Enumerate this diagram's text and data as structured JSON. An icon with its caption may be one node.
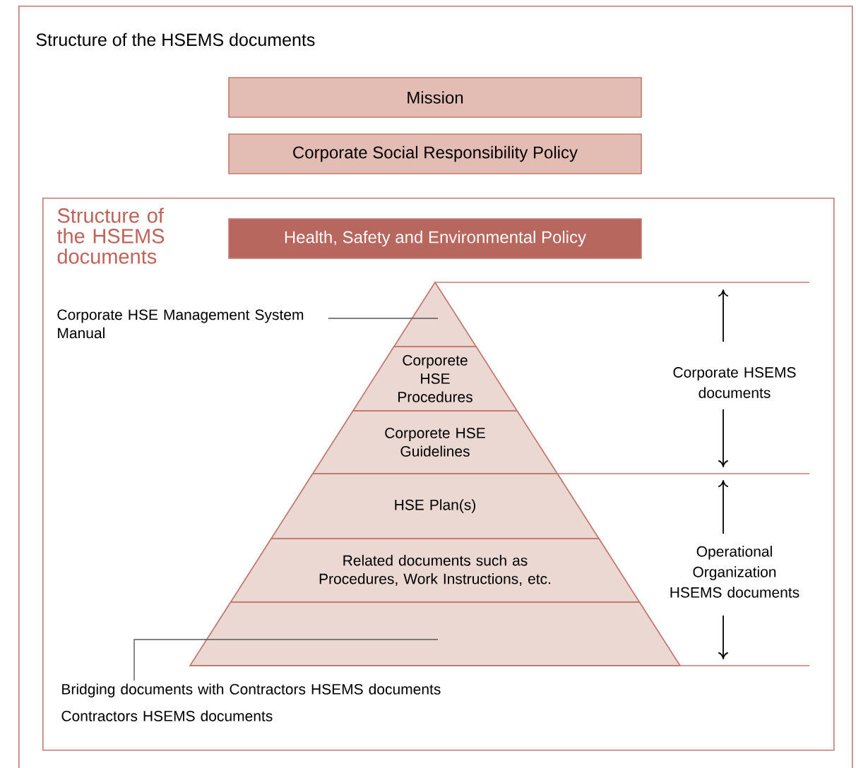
{
  "diagram": {
    "nodes": [
      {
        "text": [
          "Structure of the HSEMS documents"
        ]
      },
      {
        "text": [
          "Mission"
        ],
        "in": 0
      },
      {
        "text": [
          "Corporate Social Responsibility Policy"
        ],
        "in": 0
      },
      {
        "text": [
          "Structure of the HSEMS documents"
        ],
        "in": 0
      },
      {
        "text": [
          "Health, Safety and Environmental Policy"
        ],
        "in": 3
      },
      {
        "text": [],
        "shape": "triangle",
        "in": 3
      },
      {
        "text": [
          "Corporete HSE Procedures"
        ],
        "in": 3
      },
      {
        "text": [
          "Corporete HSE Guidelines"
        ],
        "in": 3
      },
      {
        "text": [
          "HSE Plan(s)"
        ],
        "in": 3
      },
      {
        "text": [
          "Related documents such as Procedures, Work Instructions, etc."
        ],
        "in": 3
      },
      {
        "text": [],
        "shape": "trapezoid",
        "in": 3
      },
      {
        "text": [
          "Corporate HSE Management System Manual"
        ],
        "in": 3
      },
      {
        "text": [
          "Bridging documents with Contractors HSEMS documents",
          "Contractors HSEMS documents"
        ],
        "in": 3
      }
    ],
    "edges": [
      {
        "from": 11,
        "to": 5,
        "arrow": "none"
      },
      {
        "from": 12,
        "to": 10,
        "arrow": "none"
      }
    ],
    "labels": [
      "Corporate HSEMS documents",
      "Operational Organization HSEMS documents"
    ]
  }
}
